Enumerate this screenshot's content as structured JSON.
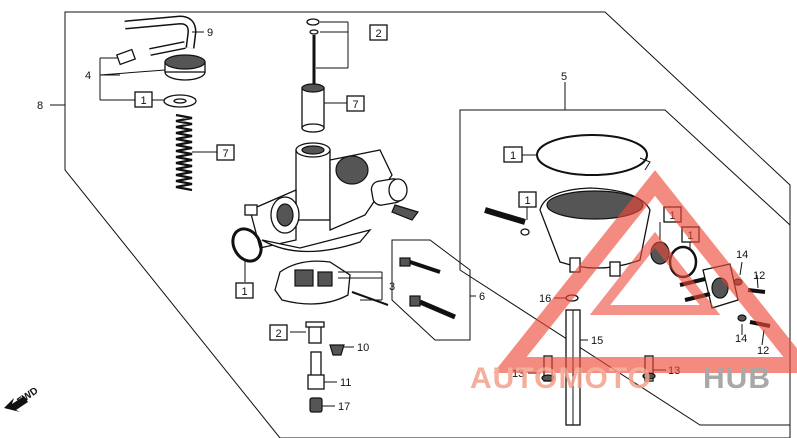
{
  "callouts": {
    "c1": "1",
    "c2": "2",
    "c3": "3",
    "c4": "4",
    "c5": "5",
    "c6": "6",
    "c7": "7",
    "c8": "8",
    "c9": "9",
    "c10": "10",
    "c11": "11",
    "c12": "12",
    "c13": "13",
    "c14": "14",
    "c15": "15",
    "c16": "16",
    "c17": "17"
  },
  "fwd_label": "FWD",
  "watermark": {
    "part1": "AUTOMOTO",
    "part2": "HUB",
    "color_primary": "#f4a08a",
    "color_secondary": "#9a9a9a",
    "triangle_color": "#ee4a3a"
  }
}
